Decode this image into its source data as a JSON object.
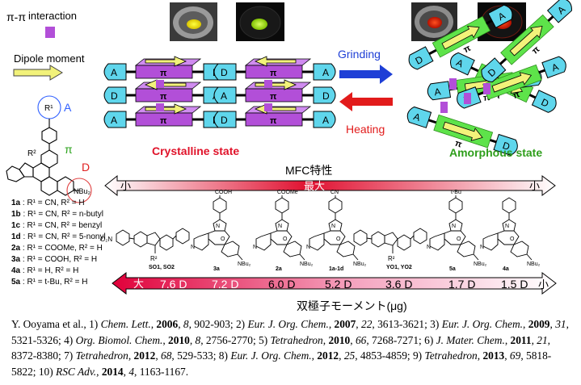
{
  "legend": {
    "pi_label": "π-π",
    "interaction": "interaction",
    "dipole": "Dipole moment"
  },
  "process": {
    "grinding": "Grinding",
    "heating": "Heating"
  },
  "states": {
    "crystalline": "Crystalline state",
    "amorphous": "Amorphous state"
  },
  "block_labels": {
    "A": "A",
    "D": "D",
    "pi": "π"
  },
  "molecule": {
    "A": "A",
    "pi": "π",
    "D": "D",
    "r1": "R¹",
    "r2": "R²",
    "nbu2": "NBu₂",
    "n": "N",
    "o": "O"
  },
  "compounds": [
    {
      "id": "1a",
      "text": " : R¹ = CN, R² = H"
    },
    {
      "id": "1b",
      "text": " : R¹ = CN, R² = n-butyl"
    },
    {
      "id": "1c",
      "text": " : R¹ = CN, R² = benzyl"
    },
    {
      "id": "1d",
      "text": " : R¹ = CN, R² = 5-nonyl"
    },
    {
      "id": "2a",
      "text": " : R¹ = COOMe, R² = H"
    },
    {
      "id": "3a",
      "text": " : R¹ = COOH, R² = H"
    },
    {
      "id": "4a",
      "text": " : R¹ = H, R² = H"
    },
    {
      "id": "5a",
      "text": " : R¹ = t-Bu, R² = H"
    }
  ],
  "mfc": {
    "title": "MFC特性",
    "small_left": "小",
    "max": "最大",
    "small_right": "小"
  },
  "structures": [
    {
      "label": "SO1, SO2",
      "sub": "R²",
      "top": "O₂N"
    },
    {
      "label": "3a",
      "top": "COOH"
    },
    {
      "label": "2a",
      "top": "COOMe"
    },
    {
      "label": "1a-1d",
      "top": "CN"
    },
    {
      "label": "YO1, YO2",
      "sub": "R²",
      "top": ""
    },
    {
      "label": "5a",
      "top": "t-Bu"
    },
    {
      "label": "4a",
      "top": ""
    }
  ],
  "dipole_scale": {
    "big": "大",
    "small": "小",
    "values": [
      "7.6 D",
      "7.2 D",
      "6.0 D",
      "5.2 D",
      "3.6 D",
      "1.7 D",
      "1.5 D"
    ],
    "caption": "双極子モーメント(μg)"
  },
  "references": "Y. Ooyama et al., 1) Chem. Lett., 2006, 8, 902-903; 2) Eur. J. Org. Chem., 2007, 22, 3613-3621; 3) Eur. J. Org. Chem., 2009, 31, 5321-5326; 4) Org. Biomol. Chem., 2010, 8, 2756-2770; 5) Tetrahedron, 2010, 66, 7268-7271; 6) J. Mater. Chem., 2011, 21, 8372-8380; 7) Tetrahedron, 2012, 68, 529-533; 8) Eur. J. Org. Chem., 2012, 25, 4853-4859; 9) Tetrahedron, 2013, 69, 5818-5822; 10) RSC Adv., 2014, 4, 1163-1167.",
  "colors": {
    "purple": "#b24fd8",
    "cyan": "#5fd6ec",
    "yellow": "#f2f27a",
    "green": "#5ee34a",
    "blue_arrow": "#1e3fd6",
    "red_arrow": "#e21b1b",
    "red_text": "#e0132a",
    "green_text": "#2e9e1b"
  }
}
